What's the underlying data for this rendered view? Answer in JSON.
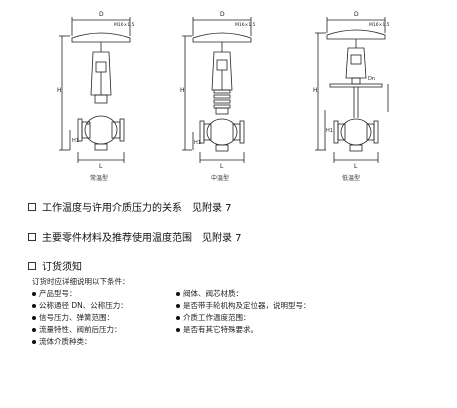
{
  "drawings": {
    "dim_D": "D",
    "dim_H": "H",
    "dim_H1": "H1",
    "dim_L": "L",
    "dim_Dn": "Dn",
    "thread_label": "M16×1.5",
    "captions": [
      "常温型",
      "中温型",
      "低温型"
    ]
  },
  "sections": [
    {
      "title": "工作温度与许用介质压力的关系",
      "ref": "见附录 7"
    },
    {
      "title": "主要零件材料及推荐使用温度范围",
      "ref": "见附录 7"
    },
    {
      "title": "订货须知",
      "ref": ""
    }
  ],
  "order": {
    "intro": "订货时应详细说明以下条件：",
    "left": [
      "产品型号：",
      "公称通径 DN、公称压力：",
      "信号压力、弹簧范围：",
      "流量特性、阀前后压力：",
      "流体介质种类："
    ],
    "right": [
      "阀体、阀芯材质：",
      "是否带手轮机构及定位器，说明型号：",
      "介质工作温度范围：",
      "是否有其它特殊要求。"
    ]
  }
}
